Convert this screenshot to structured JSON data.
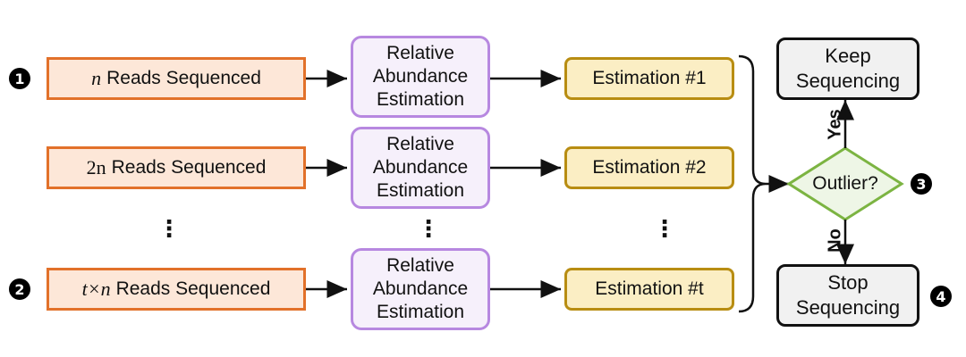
{
  "rows": [
    {
      "marker": "1",
      "reads_math": "n",
      "reads_label": "Reads Sequenced",
      "process_lines": [
        "Relative",
        "Abundance",
        "Estimation"
      ],
      "estimation_label": "Estimation #1"
    },
    {
      "marker": "",
      "reads_math": "2n",
      "reads_label": "Reads Sequenced",
      "process_lines": [
        "Relative",
        "Abundance",
        "Estimation"
      ],
      "estimation_label": "Estimation #2"
    },
    {
      "marker": "2",
      "reads_math": "t×n",
      "reads_label": "Reads Sequenced",
      "process_lines": [
        "Relative",
        "Abundance",
        "Estimation"
      ],
      "estimation_label": "Estimation #t"
    }
  ],
  "ellipsis": "⋮",
  "decision": {
    "label": "Outlier?",
    "marker": "3",
    "yes_label": "Yes",
    "no_label": "No"
  },
  "keep": {
    "lines": [
      "Keep",
      "Sequencing"
    ]
  },
  "stop": {
    "lines": [
      "Stop",
      "Sequencing"
    ],
    "marker": "4"
  },
  "colors": {
    "reads_fill": "#fde7d8",
    "reads_border": "#e2712a",
    "process_fill": "#f6f0fb",
    "process_border": "#b788e0",
    "estimation_fill": "#fbeec4",
    "estimation_border": "#b88d12",
    "decision_fill": "#eef6e6",
    "decision_border": "#7cb442",
    "terminal_fill": "#f1f1f1",
    "terminal_border": "#111111"
  }
}
